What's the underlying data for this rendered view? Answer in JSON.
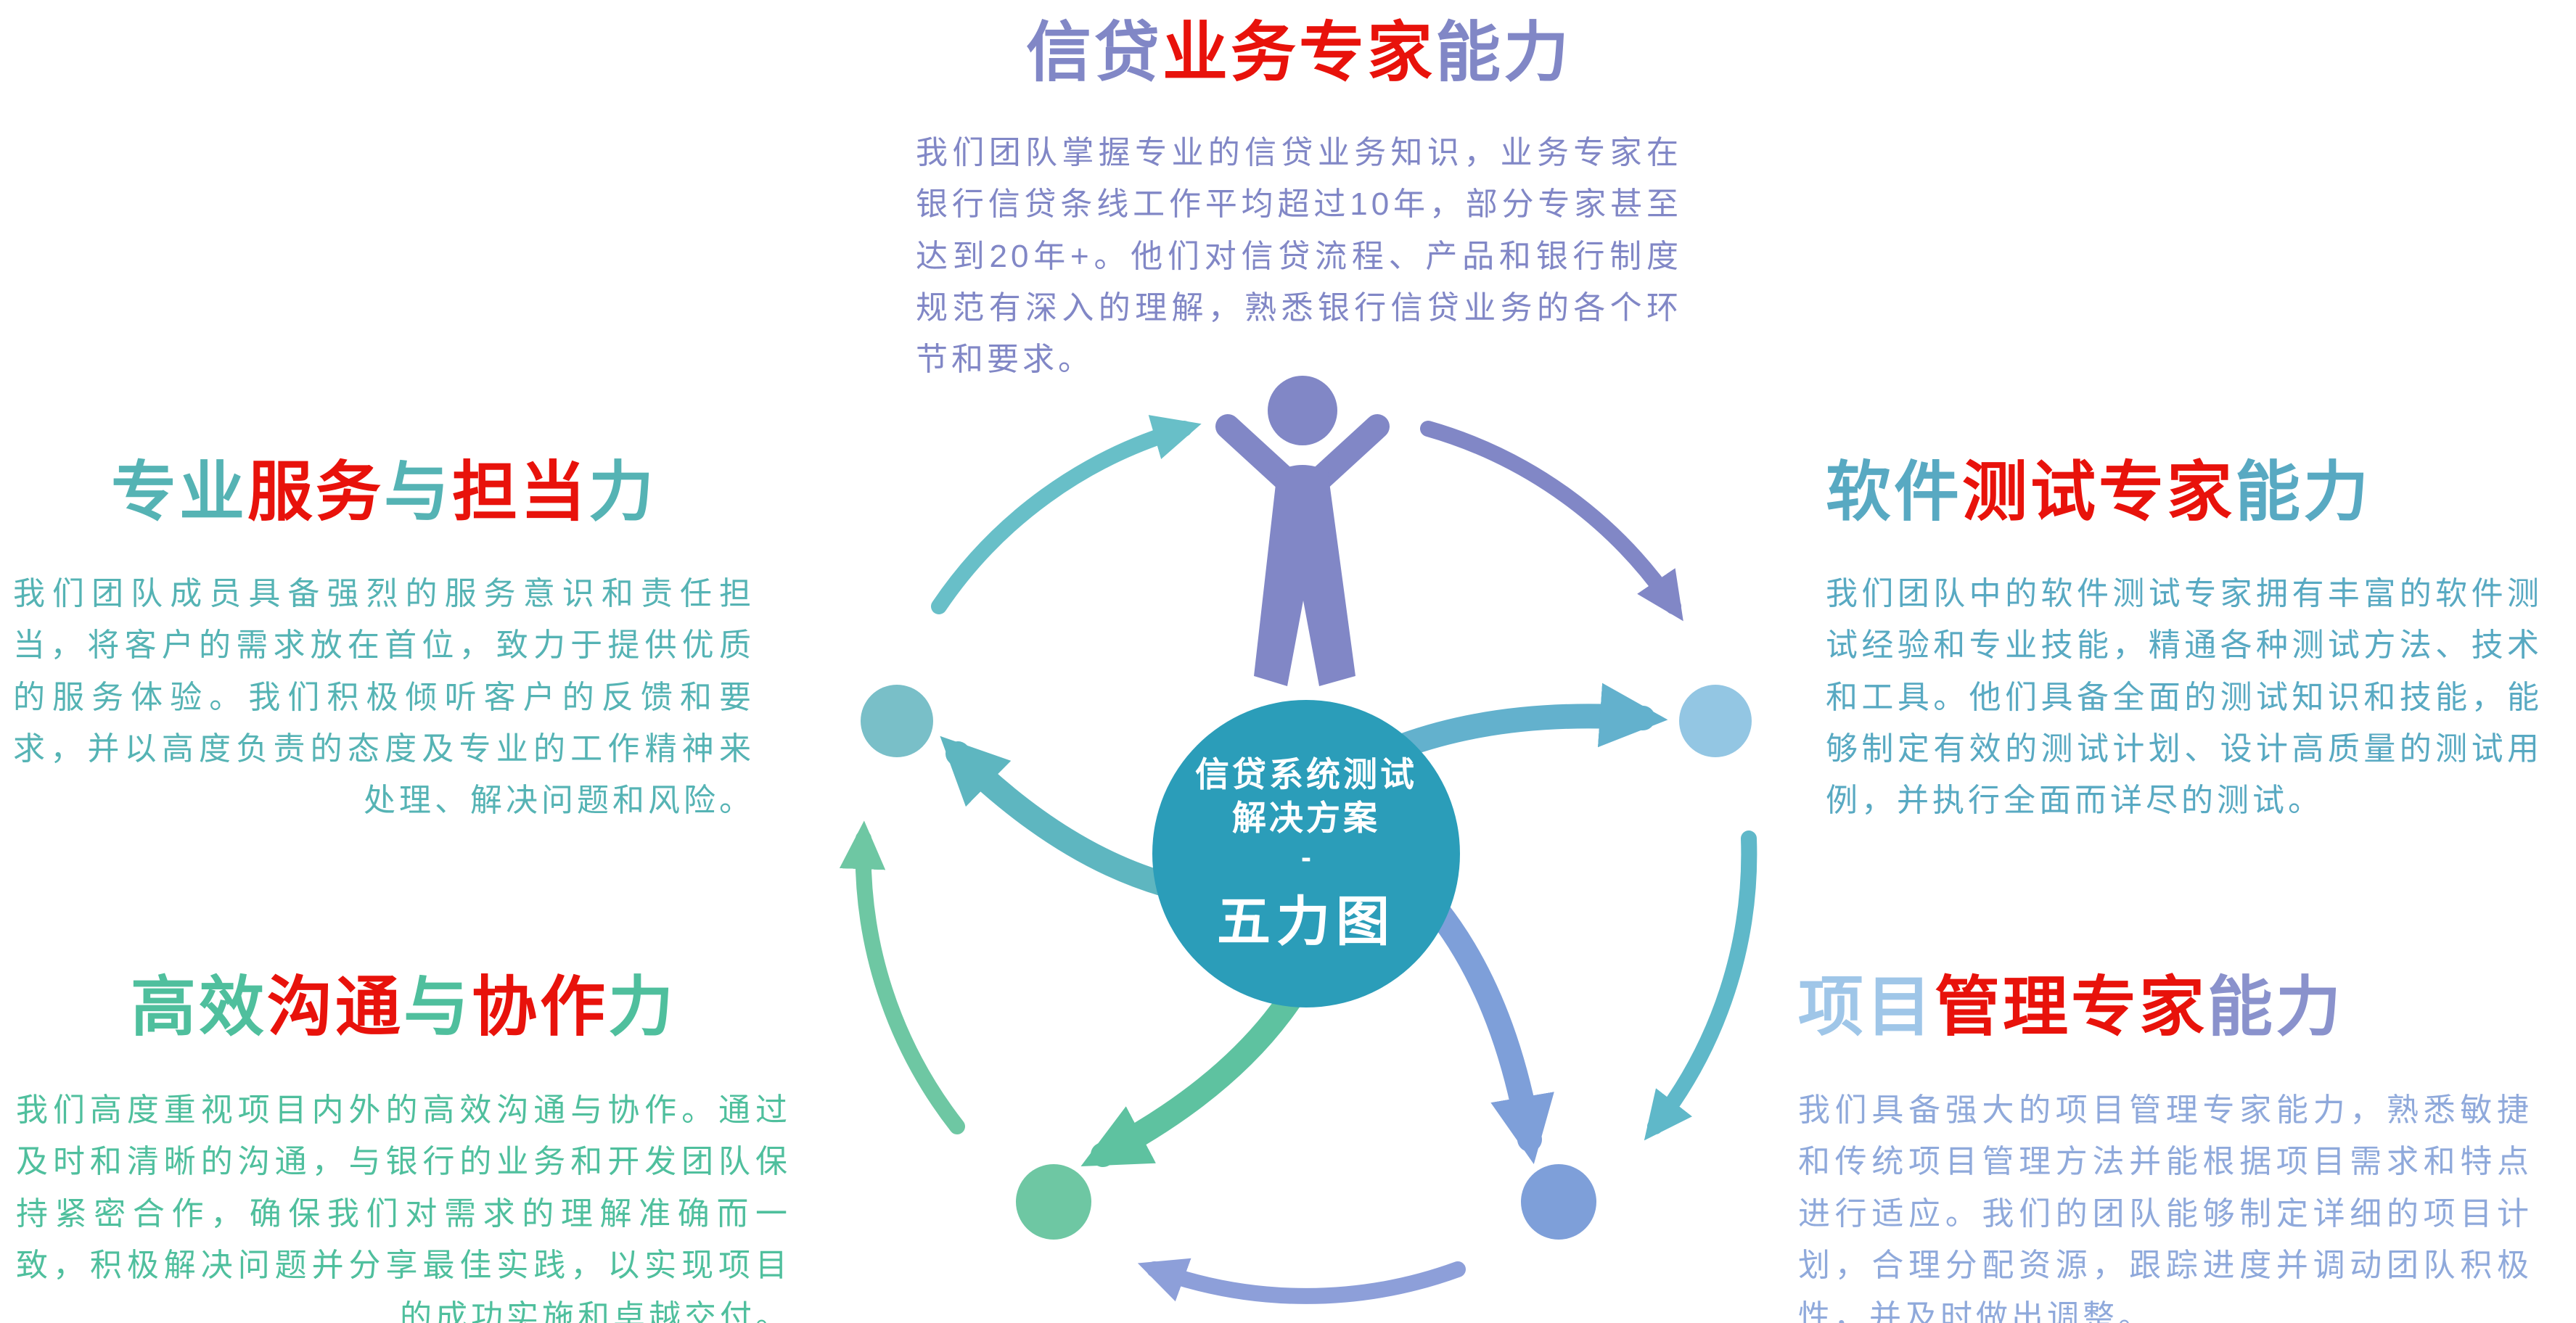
{
  "palette": {
    "red": "#e8120b",
    "purple": "#8187c6",
    "teal": "#55b3b4",
    "green": "#4fbf9d",
    "steel_blue": "#58a9c2",
    "light_blue": "#9fc6e8",
    "blue_purple": "#8a92cc",
    "body_blue": "#8fa9db",
    "center_circle": "#2b9db9",
    "node_left": "#79bfc8",
    "node_right": "#93c6e3",
    "node_bottom_left": "#6ec7a3",
    "node_bottom_right": "#7e9fd9"
  },
  "center": {
    "subtitle_line1": "信贷系统测试",
    "subtitle_line2": "解决方案",
    "separator": "-",
    "title": "五力图"
  },
  "sections": {
    "credit_business": {
      "title_parts": [
        {
          "text": "信贷",
          "color": "purple"
        },
        {
          "text": "业务专家",
          "color": "red"
        },
        {
          "text": "能力",
          "color": "purple"
        }
      ],
      "body": "我们团队掌握专业的信贷业务知识，业务专家在银行信贷条线工作平均超过10年，部分专家甚至达到20年+。他们对信贷流程、产品和银行制度规范有深入的理解，熟悉银行信贷业务的各个环节和要求。"
    },
    "software_testing": {
      "title_parts": [
        {
          "text": "软件",
          "color": "steel_blue"
        },
        {
          "text": "测试专家",
          "color": "red"
        },
        {
          "text": "能力",
          "color": "steel_blue"
        }
      ],
      "body": "我们团队中的软件测试专家拥有丰富的软件测试经验和专业技能，精通各种测试方法、技术和工具。他们具备全面的测试知识和技能，能够制定有效的测试计划、设计高质量的测试用例，并执行全面而详尽的测试。"
    },
    "project_management": {
      "title_parts": [
        {
          "text": "项目",
          "color": "light_blue"
        },
        {
          "text": "管理专家",
          "color": "red"
        },
        {
          "text": "能力",
          "color": "blue_purple"
        }
      ],
      "body": "我们具备强大的项目管理专家能力，熟悉敏捷和传统项目管理方法并能根据项目需求和特点进行适应。我们的团队能够制定详细的项目计划，合理分配资源，跟踪进度并调动团队积极性，并及时做出调整。"
    },
    "professional_service": {
      "title_parts": [
        {
          "text": "专业",
          "color": "teal"
        },
        {
          "text": "服务",
          "color": "red"
        },
        {
          "text": "与",
          "color": "teal"
        },
        {
          "text": "担当",
          "color": "red"
        },
        {
          "text": "力",
          "color": "teal"
        }
      ],
      "body": "我们团队成员具备强烈的服务意识和责任担当，将客户的需求放在首位，致力于提供优质的服务体验。我们积极倾听客户的反馈和要求，并以高度负责的态度及专业的工作精神来处理、解决问题和风险。"
    },
    "communication": {
      "title_parts": [
        {
          "text": "高效",
          "color": "green"
        },
        {
          "text": "沟通",
          "color": "red"
        },
        {
          "text": "与",
          "color": "green"
        },
        {
          "text": "协作",
          "color": "red"
        },
        {
          "text": "力",
          "color": "green"
        }
      ],
      "body": "我们高度重视项目内外的高效沟通与协作。通过及时和清晰的沟通，与银行的业务和开发团队保持紧密合作，确保我们对需求的理解准确而一致，积极解决问题并分享最佳实践，以实现项目的成功实施和卓越交付。"
    }
  }
}
